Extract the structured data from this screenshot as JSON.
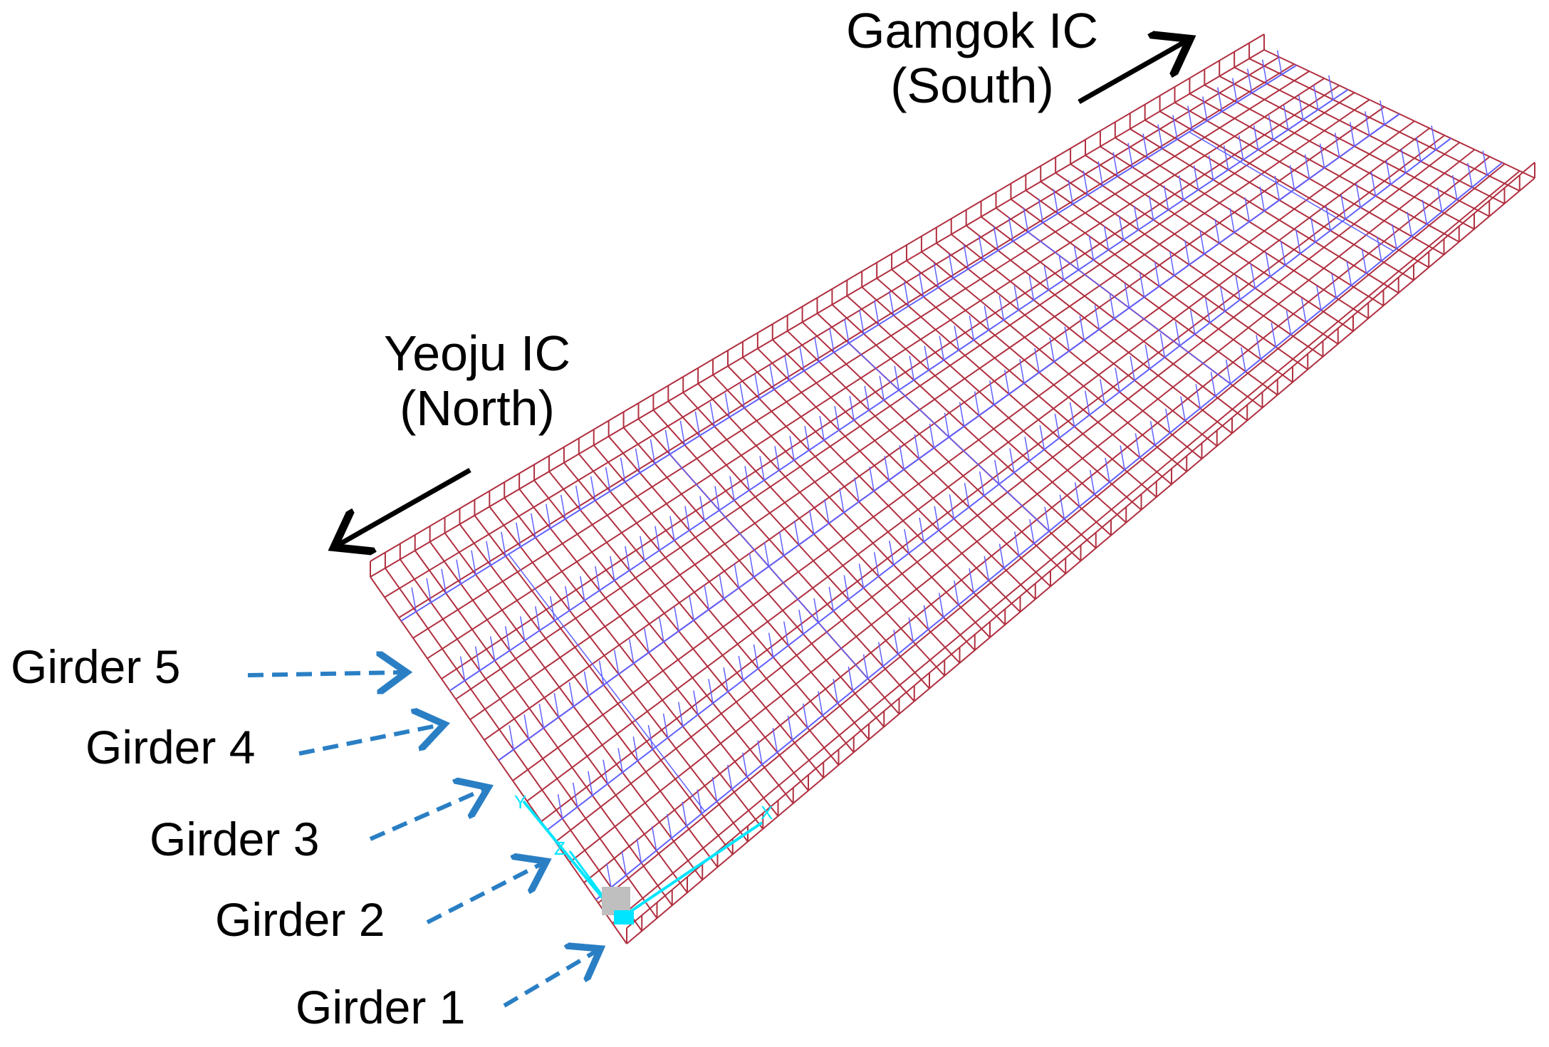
{
  "directions": {
    "south": {
      "line1": "Gamgok IC",
      "line2": "(South)"
    },
    "north": {
      "line1": "Yeoju IC",
      "line2": "(North)"
    }
  },
  "girders": [
    {
      "label": "Girder 5"
    },
    {
      "label": "Girder 4"
    },
    {
      "label": "Girder 3"
    },
    {
      "label": "Girder 2"
    },
    {
      "label": "Girder 1"
    }
  ],
  "axis_labels": {
    "x": "X",
    "y": "Y",
    "z": "Z"
  },
  "colors": {
    "mesh": "#b03040",
    "beams": "#6060ff",
    "girder_arrow": "#2a7fc4",
    "direction_arrow": "#000000",
    "axis": "#00e5ff",
    "node": "#bfbfbf"
  }
}
